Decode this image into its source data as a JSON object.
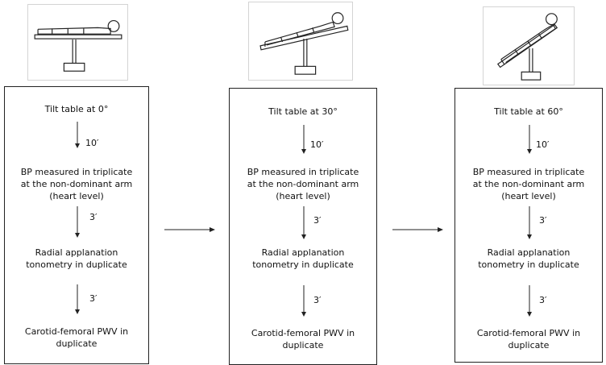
{
  "stages": [
    {
      "tilt_label": "Tilt table at 0°",
      "wait_1": "10′",
      "bp_text": "BP measured in triplicate\nat the non-dominant arm\n(heart level)",
      "wait_2": "3′",
      "tonometry_text": "Radial applanation\ntonometry in duplicate",
      "wait_3": "3′",
      "pwv_text": "Carotid-femoral PWV in\nduplicate",
      "tilt_degrees": 0
    },
    {
      "tilt_label": "Tilt table at 30°",
      "wait_1": "10′",
      "bp_text": "BP measured in triplicate\nat the non-dominant arm\n(heart level)",
      "wait_2": "3′",
      "tonometry_text": "Radial applanation\ntonometry in duplicate",
      "wait_3": "3′",
      "pwv_text": "Carotid-femoral PWV in\nduplicate",
      "tilt_degrees": 30
    },
    {
      "tilt_label": "Tilt table at 60°",
      "wait_1": "10′",
      "bp_text": "BP measured in triplicate\nat the non-dominant arm\n(heart level)",
      "wait_2": "3′",
      "tonometry_text": "Radial applanation\ntonometry in duplicate",
      "wait_3": "3′",
      "pwv_text": "Carotid-femoral PWV in\nduplicate",
      "tilt_degrees": 60
    }
  ],
  "colors": {
    "stroke": "#222222",
    "picture_border": "#d4d4d4"
  }
}
